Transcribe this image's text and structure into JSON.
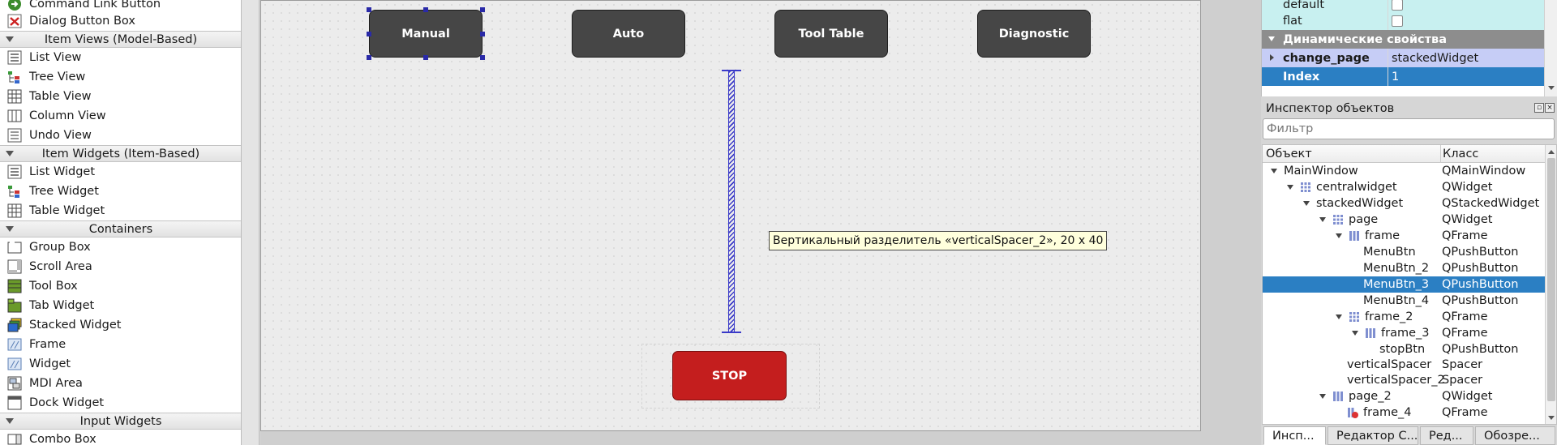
{
  "widget_box": {
    "items": [
      {
        "label": "Command Link Button",
        "icon": "command-link-icon"
      },
      {
        "label": "Dialog Button Box",
        "icon": "dialog-button-box-icon"
      },
      {
        "category": "Item Views (Model-Based)"
      },
      {
        "label": "List View",
        "icon": "list-view-icon"
      },
      {
        "label": "Tree View",
        "icon": "tree-view-icon"
      },
      {
        "label": "Table View",
        "icon": "table-view-icon"
      },
      {
        "label": "Column View",
        "icon": "column-view-icon"
      },
      {
        "label": "Undo View",
        "icon": "undo-view-icon"
      },
      {
        "category": "Item Widgets (Item-Based)"
      },
      {
        "label": "List Widget",
        "icon": "list-widget-icon"
      },
      {
        "label": "Tree Widget",
        "icon": "tree-widget-icon"
      },
      {
        "label": "Table Widget",
        "icon": "table-widget-icon"
      },
      {
        "category": "Containers"
      },
      {
        "label": "Group Box",
        "icon": "group-box-icon"
      },
      {
        "label": "Scroll Area",
        "icon": "scroll-area-icon"
      },
      {
        "label": "Tool Box",
        "icon": "tool-box-icon"
      },
      {
        "label": "Tab Widget",
        "icon": "tab-widget-icon"
      },
      {
        "label": "Stacked Widget",
        "icon": "stacked-widget-icon"
      },
      {
        "label": "Frame",
        "icon": "frame-icon"
      },
      {
        "label": "Widget",
        "icon": "widget-icon"
      },
      {
        "label": "MDI Area",
        "icon": "mdi-area-icon"
      },
      {
        "label": "Dock Widget",
        "icon": "dock-widget-icon"
      },
      {
        "category": "Input Widgets"
      },
      {
        "label": "Combo Box",
        "icon": "combo-box-icon"
      }
    ]
  },
  "form": {
    "menu_buttons": [
      "Manual",
      "Auto",
      "Tool Table",
      "Diagnostic"
    ],
    "stop_button": "STOP",
    "tooltip": "Вертикальный разделитель «verticalSpacer_2», 20 x 40"
  },
  "property_editor": {
    "rows": [
      {
        "name": "default",
        "value": "",
        "type": "checkbox"
      },
      {
        "name": "flat",
        "value": "",
        "type": "checkbox"
      }
    ],
    "dynamic_header": "Динамические свойства",
    "dynamic_rows": [
      {
        "name": "change_page",
        "value": "stackedWidget"
      },
      {
        "name": "Index",
        "value": "1"
      }
    ]
  },
  "object_inspector": {
    "title": "Инспектор объектов",
    "filter_placeholder": "Фильтр",
    "col_object": "Объект",
    "col_class": "Класс",
    "rows": [
      {
        "object": "MainWindow",
        "class": "QMainWindow"
      },
      {
        "object": "centralwidget",
        "class": "QWidget"
      },
      {
        "object": "stackedWidget",
        "class": "QStackedWidget"
      },
      {
        "object": "page",
        "class": "QWidget"
      },
      {
        "object": "frame",
        "class": "QFrame"
      },
      {
        "object": "MenuBtn",
        "class": "QPushButton"
      },
      {
        "object": "MenuBtn_2",
        "class": "QPushButton"
      },
      {
        "object": "MenuBtn_3",
        "class": "QPushButton"
      },
      {
        "object": "MenuBtn_4",
        "class": "QPushButton"
      },
      {
        "object": "frame_2",
        "class": "QFrame"
      },
      {
        "object": "frame_3",
        "class": "QFrame"
      },
      {
        "object": "stopBtn",
        "class": "QPushButton"
      },
      {
        "object": "verticalSpacer",
        "class": "Spacer"
      },
      {
        "object": "verticalSpacer_2",
        "class": "Spacer"
      },
      {
        "object": "page_2",
        "class": "QWidget"
      },
      {
        "object": "frame_4",
        "class": "QFrame"
      }
    ]
  },
  "bottom_tabs": [
    "Инсп...",
    "Редактор С...",
    "Ред...",
    "Обозре..."
  ]
}
